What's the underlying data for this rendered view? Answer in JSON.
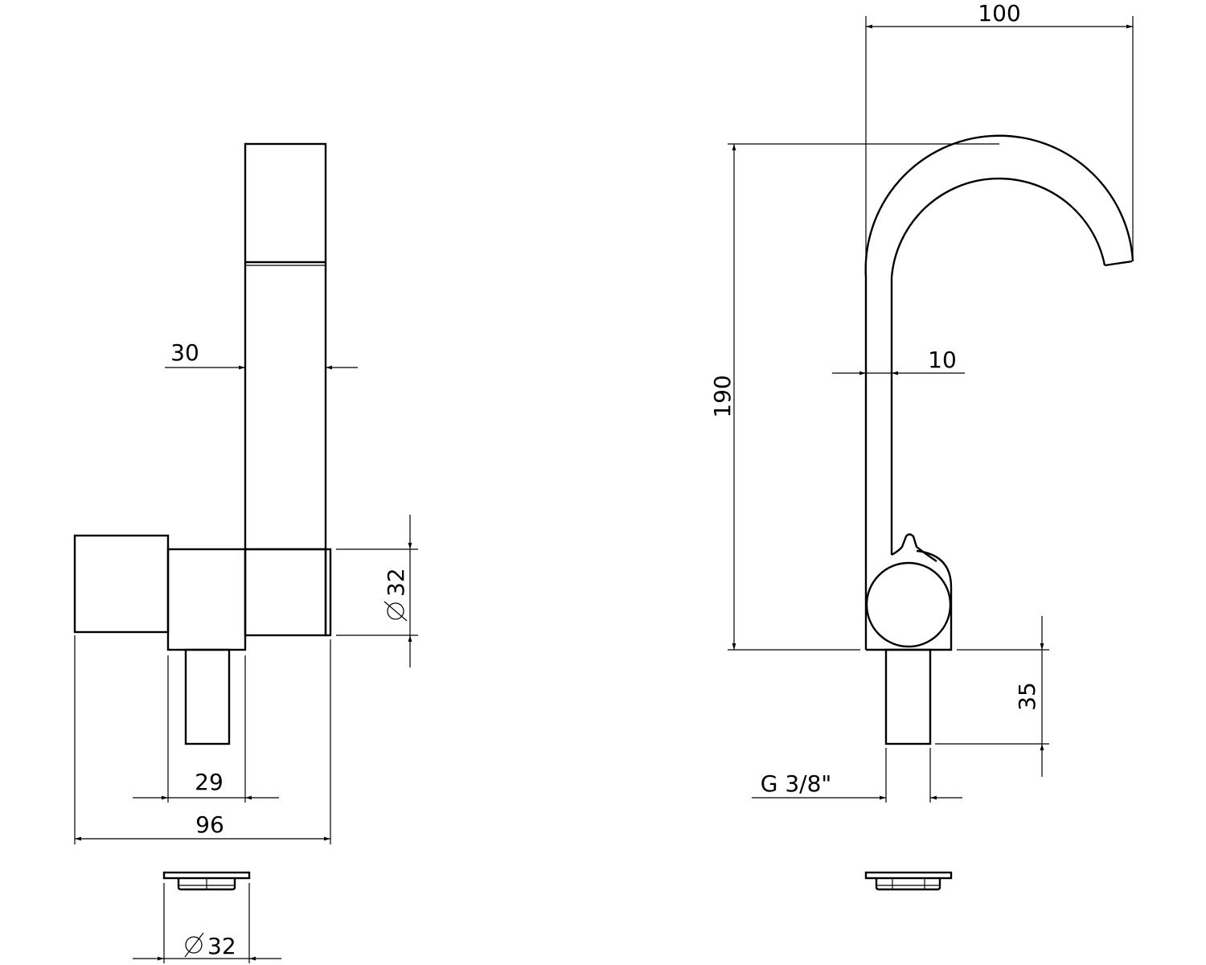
{
  "front_view": {
    "dim_width_top": "30",
    "dim_body_diameter": "32",
    "dim_stem_offset": "29",
    "dim_overall_width": "96",
    "dim_base_diameter": "32"
  },
  "side_view": {
    "dim_spout_reach": "100",
    "dim_height": "190",
    "dim_pipe_diameter": "10",
    "dim_stem_length": "35",
    "dim_thread": "G 3/8\""
  },
  "colors": {
    "line": "#000000",
    "background": "#ffffff"
  }
}
